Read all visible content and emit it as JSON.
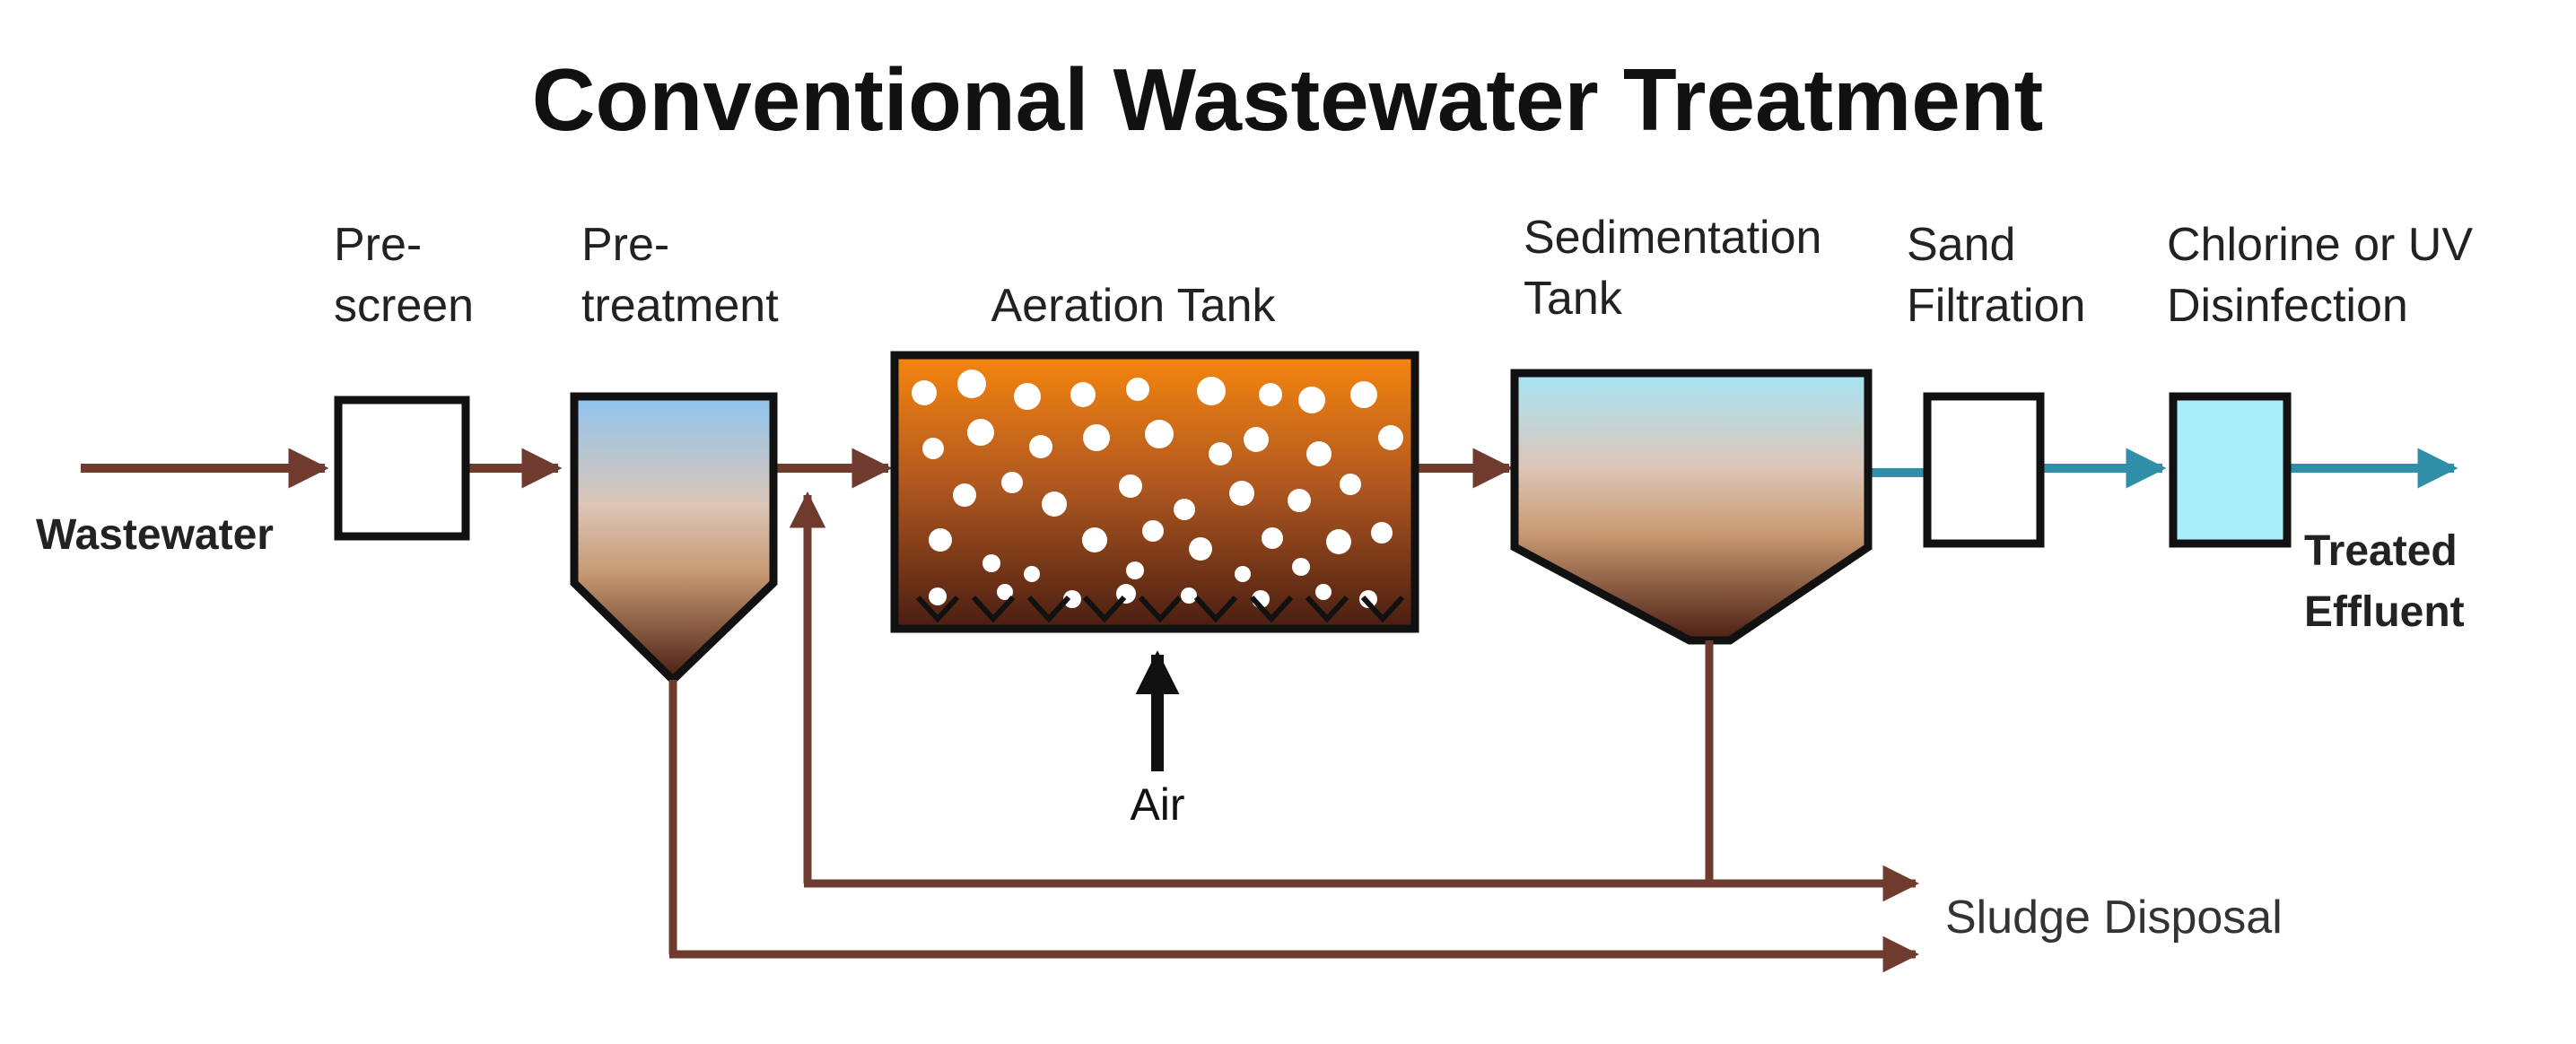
{
  "title": "Conventional Wastewater Treatment",
  "stages": {
    "prescreen": {
      "line1": "Pre-",
      "line2": "screen"
    },
    "pretreatment": {
      "line1": "Pre-",
      "line2": "treatment"
    },
    "aeration": {
      "line1": "Aeration Tank"
    },
    "sedimentation": {
      "line1": "Sedimentation",
      "line2": "Tank"
    },
    "sand_filtration": {
      "line1": "Sand",
      "line2": "Filtration"
    },
    "disinfection": {
      "line1": "Chlorine or UV",
      "line2": "Disinfection"
    }
  },
  "input_label": "Wastewater",
  "output_label": {
    "line1": "Treated",
    "line2": "Effluent"
  },
  "air_label": "Air",
  "sludge_label": "Sludge Disposal",
  "colors": {
    "sludge_flow": "#6e3b2e",
    "clean_flow": "#2f8fa8",
    "water_top": "#8ec4ee",
    "sludge_bottom": "#4a1e12",
    "aeration_top": "#f5860e",
    "disinfection_fill": "#a8eefa",
    "outline": "#111111"
  },
  "icons": {
    "flow_arrow": "arrow-right-icon",
    "air_arrow": "arrow-up-icon",
    "bubbles": "air-bubble-icon",
    "diffusers": "diffuser-icon"
  }
}
